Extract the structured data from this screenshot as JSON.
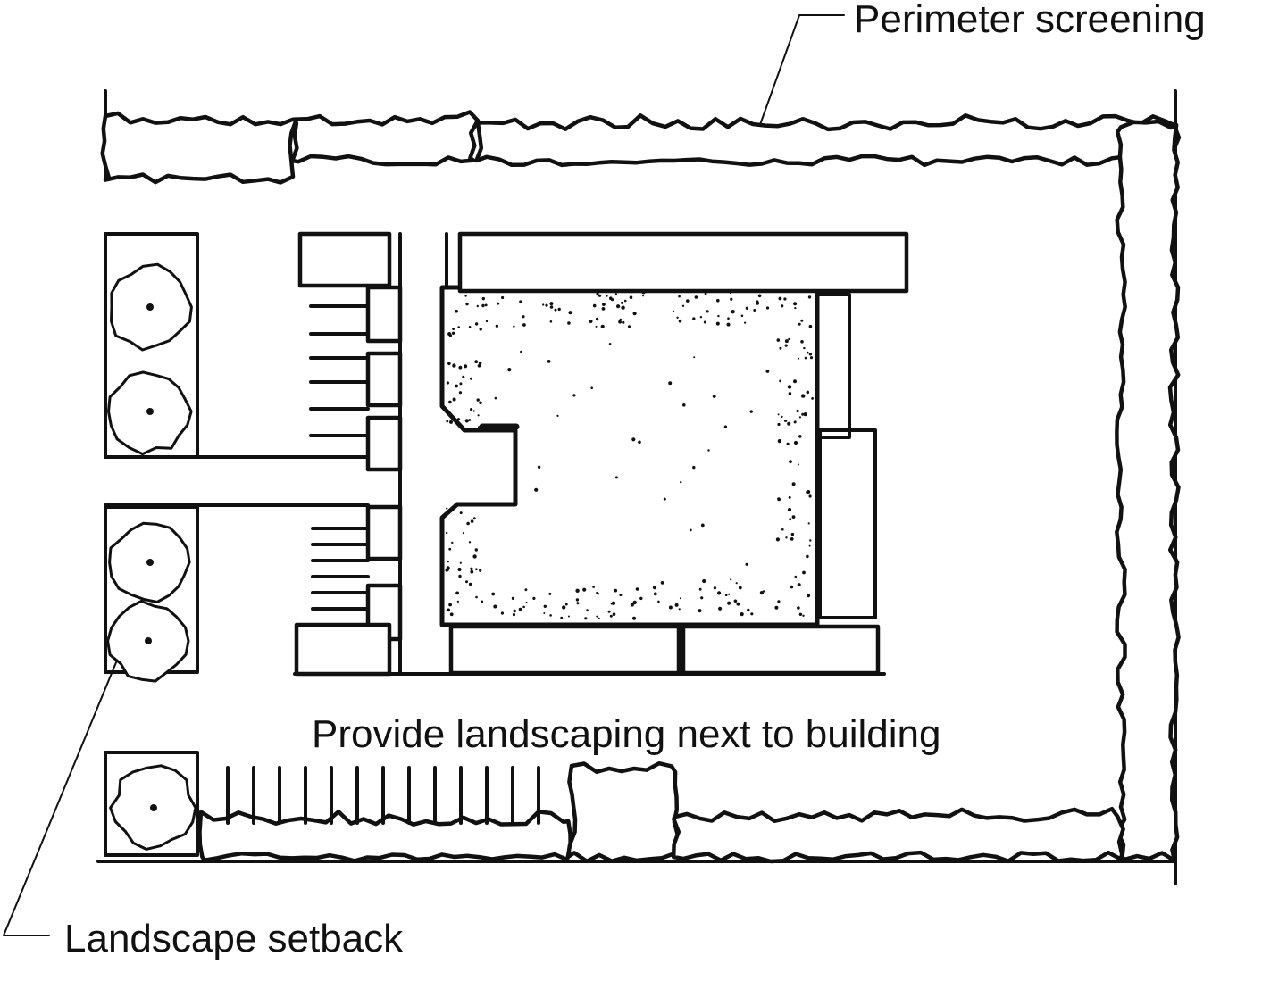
{
  "labels": {
    "perimeter_screening": "Perimeter screening",
    "landscaping_next_to_building": "Provide landscaping next to building",
    "landscape_setback": "Landscape setback"
  },
  "colors": {
    "ink": "#111111",
    "background": "#ffffff"
  }
}
